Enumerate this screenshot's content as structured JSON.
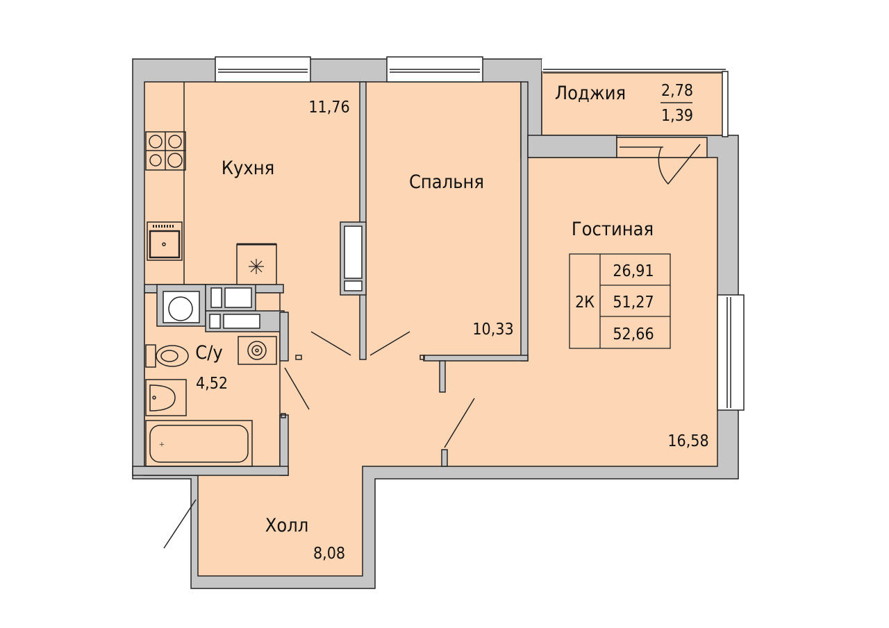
{
  "colors": {
    "room": "#FDD6B5",
    "wall": "#C6C6C6",
    "line": "#222222",
    "window": "#FFFFFF"
  },
  "rooms": {
    "kitchen": {
      "name": "Кухня",
      "area": "11,76"
    },
    "bedroom": {
      "name": "Спальня",
      "area": "10,33"
    },
    "living": {
      "name": "Гостиная",
      "area": "16,58"
    },
    "loggia": {
      "name": "Лоджия",
      "area": "2,78",
      "area_reduced": "1,39"
    },
    "bathroom": {
      "name": "С/у",
      "area": "4,52"
    },
    "hall": {
      "name": "Холл",
      "area": "8,08"
    }
  },
  "summary": {
    "type": "2К",
    "living_area": "26,91",
    "total_area": "51,27",
    "total_with_loggia": "52,66"
  }
}
